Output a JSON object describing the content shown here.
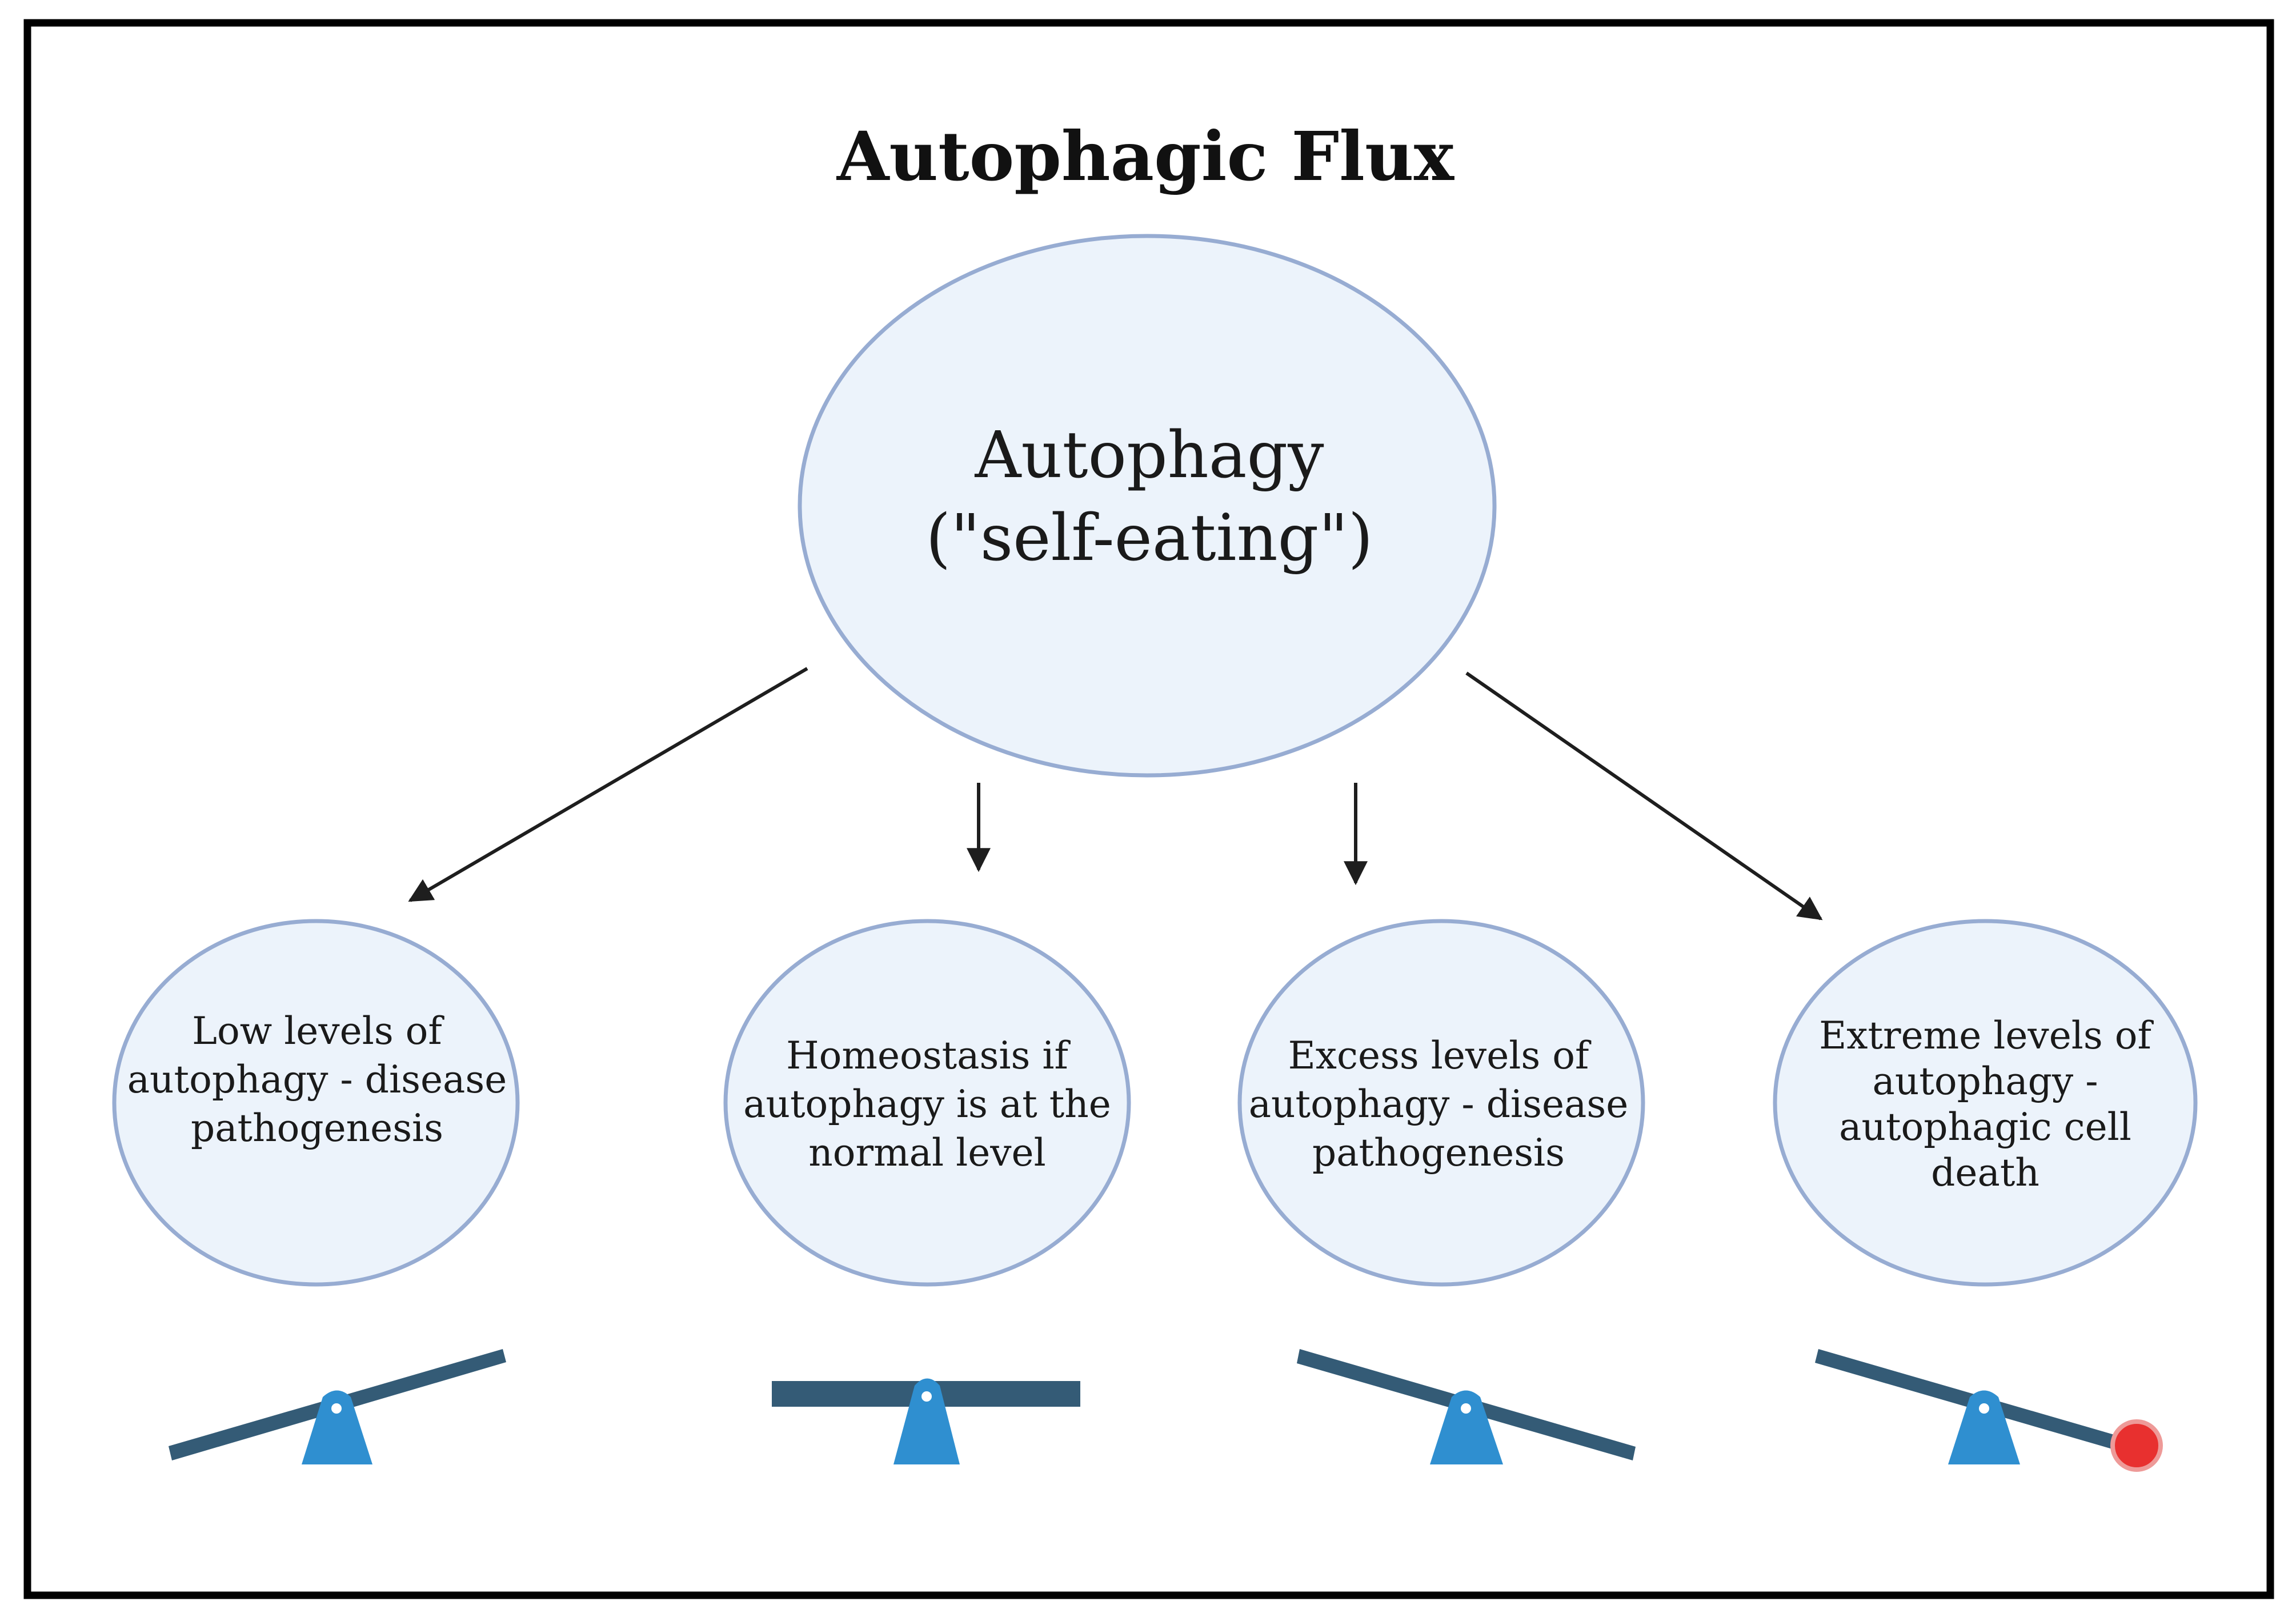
{
  "title": "Autophagic Flux",
  "center": {
    "lines": [
      "Autophagy",
      "(\"self-eating\")"
    ]
  },
  "outcomes": [
    {
      "lines": [
        "Low levels of",
        "autophagy - disease",
        "pathogenesis"
      ],
      "balance": "tilt-left-low"
    },
    {
      "lines": [
        "Homeostasis if",
        "autophagy is at the",
        "normal level"
      ],
      "balance": "level"
    },
    {
      "lines": [
        "Excess levels of",
        "autophagy - disease",
        "pathogenesis"
      ],
      "balance": "tilt-right-low"
    },
    {
      "lines": [
        "Extreme levels of",
        "autophagy -",
        "autophagic cell",
        "death"
      ],
      "balance": "tilt-right-low-weighted"
    }
  ],
  "colors": {
    "ellipse_fill": "#ecf3fb",
    "ellipse_stroke": "#97acd2",
    "beam": "#345b76",
    "fulcrum": "#2f8fd0",
    "weight": "#e8302f"
  }
}
